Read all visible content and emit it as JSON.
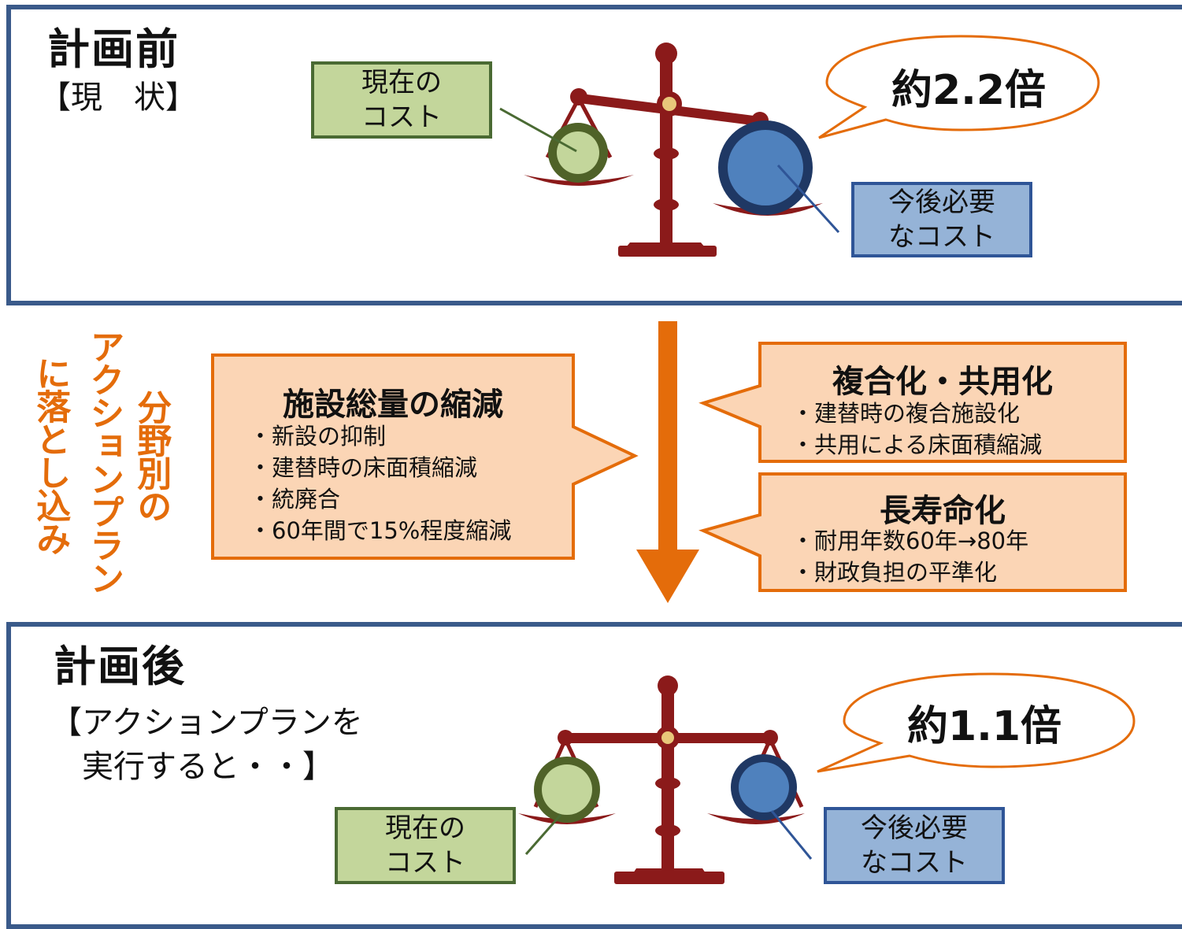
{
  "before": {
    "title": "計画前",
    "subtitle": "【現　状】",
    "current_cost": [
      "現在の",
      "コスト"
    ],
    "future_cost": [
      "今後必要",
      "なコスト"
    ],
    "ratio": "約2.2倍"
  },
  "middle": {
    "vertical_label": [
      "分野別の",
      "アクションプラン",
      "に落とし込み"
    ],
    "reduction": {
      "title": "施設総量の縮減",
      "items": [
        "・新設の抑制",
        "・建替時の床面積縮減",
        "・統廃合",
        "・60年間で15%程度縮減"
      ]
    },
    "sharing": {
      "title": "複合化・共用化",
      "items": [
        "・建替時の複合施設化",
        "・共用による床面積縮減"
      ]
    },
    "longevity": {
      "title": "長寿命化",
      "items": [
        "・耐用年数60年→80年",
        "・財政負担の平準化"
      ]
    }
  },
  "after": {
    "title": "計画後",
    "subtitle": [
      "【アクションプランを",
      "　実行すると・・】"
    ],
    "current_cost": [
      "現在の",
      "コスト"
    ],
    "future_cost": [
      "今後必要",
      "なコスト"
    ],
    "ratio": "約1.1倍"
  },
  "colors": {
    "frame": "#3a5a8a",
    "orange": "#e46c0a",
    "orange_fill": "#fbd5b5",
    "green_box": "#c3d69b",
    "blue_box": "#95b3d7",
    "scale": "#8b1a1a"
  }
}
